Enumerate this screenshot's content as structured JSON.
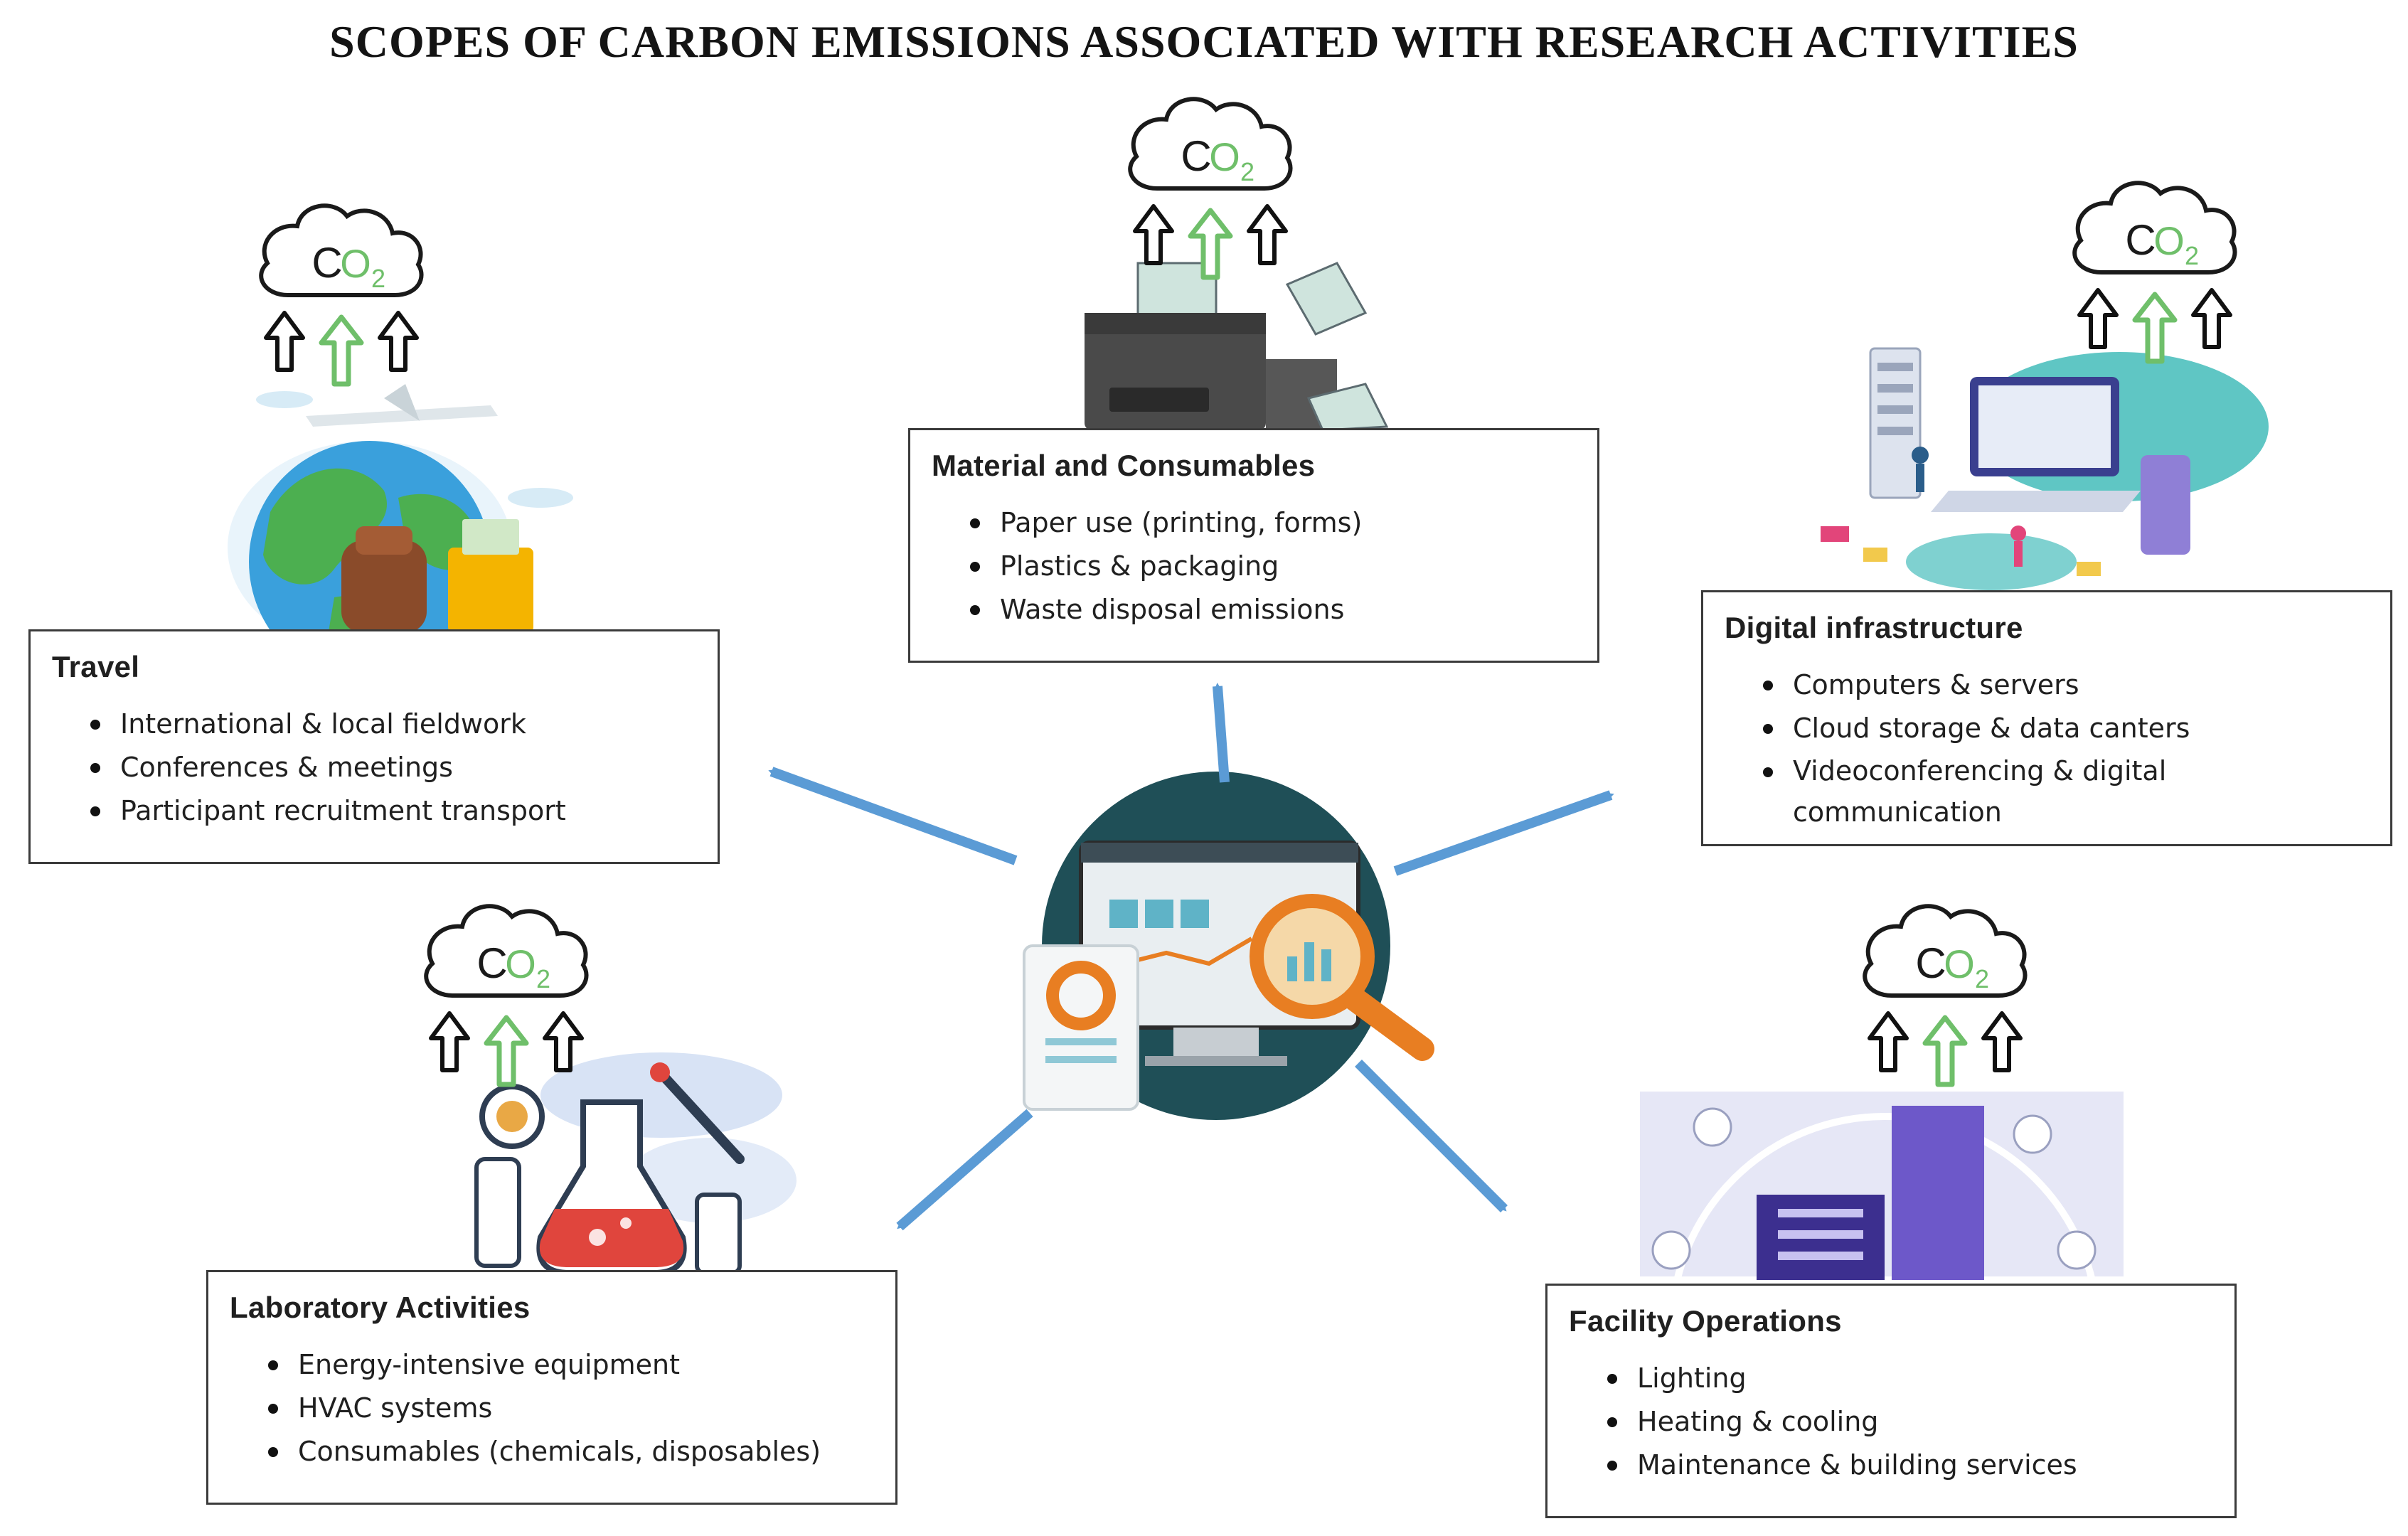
{
  "title": "SCOPES OF CARBON EMISSIONS ASSOCIATED WITH RESEARCH ACTIVITIES",
  "co2_label": "CO2",
  "colors": {
    "arrow_blue": "#5b9bd5",
    "co2_green": "#6fbf6a",
    "box_border": "#3b3b3b",
    "center_teal": "#1f4f57",
    "magnifier_orange": "#e87e22"
  },
  "center_icon": "research-analytics-monitor",
  "boxes": {
    "travel": {
      "heading": "Travel",
      "icon": "globe-travel",
      "items": [
        "International & local fieldwork",
        "Conferences & meetings",
        "Participant recruitment transport"
      ]
    },
    "material": {
      "heading": "Material and Consumables",
      "icon": "printer",
      "items": [
        "Paper use (printing, forms)",
        "Plastics & packaging",
        " Waste disposal emissions"
      ]
    },
    "digital": {
      "heading": "Digital infrastructure",
      "icon": "servers-laptop-cloud",
      "items": [
        "Computers & servers",
        " Cloud storage & data canters",
        "Videoconferencing & digital communication"
      ]
    },
    "laboratory": {
      "heading": "Laboratory Activities",
      "icon": "lab-flask",
      "items": [
        "Energy-intensive equipment",
        "HVAC systems",
        " Consumables (chemicals, disposables)"
      ]
    },
    "facility": {
      "heading": "Facility Operations",
      "icon": "smart-building",
      "items": [
        "Lighting",
        "Heating & cooling",
        " Maintenance & building services"
      ]
    }
  }
}
